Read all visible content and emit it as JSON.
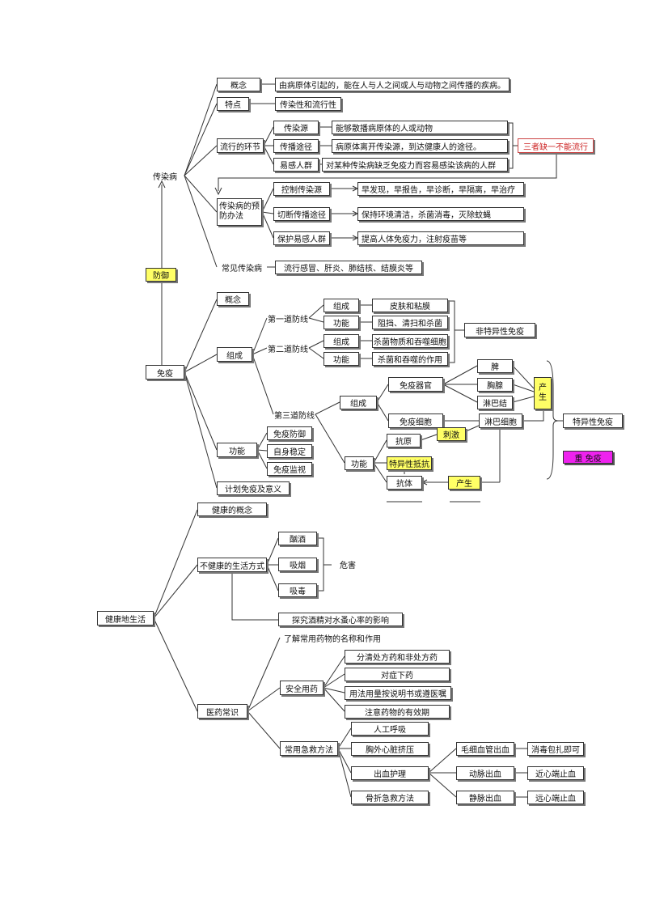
{
  "nodes": {
    "chuanranbing": "传染病",
    "gainian1": "概念",
    "gainian1_def": "由病原体引起的，能在人与人之间或人与动物之间传播的疾病。",
    "tedian": "特点",
    "tedian_def": "传染性和流行性",
    "liuxing": "流行的环节",
    "chuanranyuan": "传染源",
    "chuanranyuan_def": "能够散播病原体的人或动物",
    "chuanbotujing": "传播途径",
    "chuanbotujing_def": "病原体离开传染源，到达健康人的途径。",
    "yiganrenqun": "易感人群",
    "yiganrenqun_def": "对某种传染病缺乏免疫力而容易感染该病的人群",
    "sanhuanjie": "三者缺一不能流行",
    "yufang": "传染病的预防办法",
    "kongzhi": "控制传染源",
    "kongzhi_def": "早发现，早报告，早诊断，早隔离，早治疗",
    "qieduan": "切断传播途径",
    "qieduan_def": "保持环境清洁，杀菌消毒，灭除蚊蝇",
    "baohu": "保护易感人群",
    "baohu_def": "提高人体免疫力，注射疫苗等",
    "changjian": "常见传染病",
    "changjian_def": "流行感冒、肝炎、肺结核、结膜炎等",
    "fangyu": "防御",
    "mianyi": "免疫",
    "gainian2": "概念",
    "zucheng": "组成",
    "diyidao": "第一道防线",
    "zucheng_a": "组成",
    "pifu": "皮肤和粘膜",
    "gongneng_a": "功能",
    "zudang": "阻挡、清扫和杀菌",
    "dierdao": "第二道防线",
    "zucheng_b": "组成",
    "shajun": "杀菌物质和吞噬细胞",
    "gongneng_b": "功能",
    "shajun2": "杀菌和吞噬的作用",
    "feitexing": "非特异性免疫",
    "disandao": "第三道防线",
    "zucheng_c": "组成",
    "mianyiqiguan": "免疫器官",
    "pi": "脾",
    "xiongxian": "胸腺",
    "linbajie": "淋巴结",
    "chansheng1": "产生",
    "mianyixibao": "免疫细胞",
    "linbaxibao": "淋巴细胞",
    "texing": "特异性免疫",
    "zhong_mianyi": "重 免疫",
    "gongneng_c": "功能",
    "kangyuan": "抗原",
    "cijie": "刺激",
    "texingkang": "特异性抵抗",
    "kangti": "抗体",
    "chansheng2": "产生",
    "gongneng": "功能",
    "mianyifangyu": "免疫防御",
    "ziwen": "自身稳定",
    "mianyijianshi": "免疫监视",
    "jihua": "计划免疫及意义",
    "jiankang": "健康地生活",
    "jiankang_gn": "健康的概念",
    "bujiankang": "不健康的生活方式",
    "xujiu": "酗酒",
    "xiyan": "吸烟",
    "xidu": "吸毒",
    "weihai": "危害",
    "tanjiu": "探究酒精对水蚤心率的影响",
    "yiyao": "医药常识",
    "liaojie": "了解常用药物的名称和作用",
    "anquan": "安全用药",
    "fenqing": "分清处方药和非处方药",
    "duizheng": "对症下药",
    "yongfa": "用法用量按说明书或遵医嘱",
    "zhuyi": "注意药物的有效期",
    "changyong": "常用急救方法",
    "rengong": "人工呼吸",
    "xiongwai": "胸外心脏挤压",
    "chuxue": "出血护理",
    "guzhe": "骨折急救方法",
    "maoxi": "毛细血管出血",
    "xiaodu": "消毒包扎即可",
    "dongmai": "动脉出血",
    "jinxin": "近心端止血",
    "jingmai": "静脉出血",
    "yuanxin": "远心端止血"
  },
  "colors": {
    "highlight_yellow": "#ffff66",
    "highlight_magenta": "#ee22ee",
    "note_red": "#cc2222",
    "line": "#333333"
  }
}
